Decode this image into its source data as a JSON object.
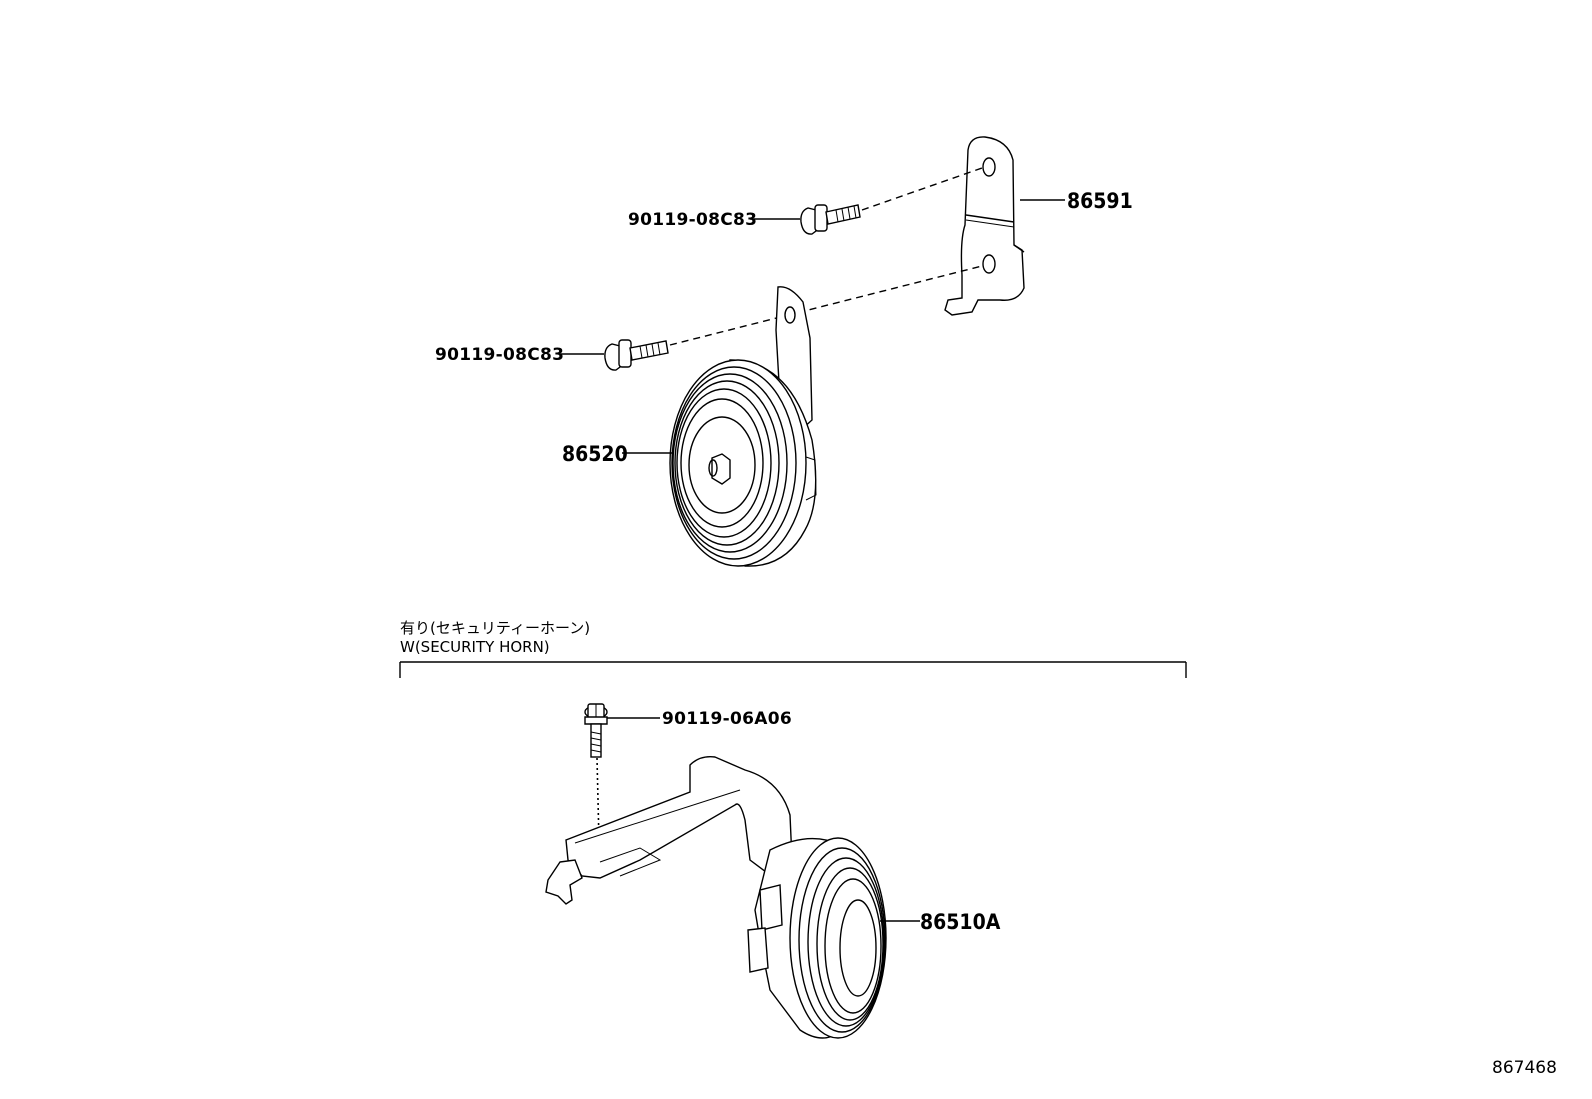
{
  "parts": {
    "bolt_upper": "90119-08C83",
    "bolt_lower": "90119-08C83",
    "bracket": "86591",
    "horn": "86520",
    "security_bolt": "90119-06A06",
    "security_horn": "86510A"
  },
  "section": {
    "caption_jp": "有り(セキュリティーホーン)",
    "caption_en": "W(SECURITY HORN)"
  },
  "figure_number": "867468"
}
